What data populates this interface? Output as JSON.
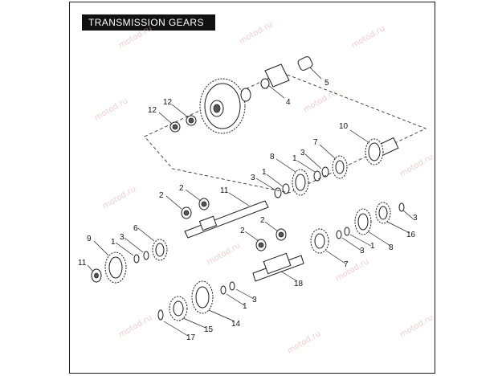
{
  "title": "TRANSMISSION GEARS",
  "watermark": "motod.ru",
  "callouts": [
    {
      "id": "c-12a",
      "text": "12"
    },
    {
      "id": "c-12b",
      "text": "12"
    },
    {
      "id": "c-5",
      "text": "5"
    },
    {
      "id": "c-4",
      "text": "4"
    },
    {
      "id": "c-10",
      "text": "10"
    },
    {
      "id": "c-7a",
      "text": "7"
    },
    {
      "id": "c-3a",
      "text": "3"
    },
    {
      "id": "c-1a",
      "text": "1"
    },
    {
      "id": "c-8a",
      "text": "8"
    },
    {
      "id": "c-3b",
      "text": "3"
    },
    {
      "id": "c-1b",
      "text": "1"
    },
    {
      "id": "c-2a",
      "text": "2"
    },
    {
      "id": "c-2b",
      "text": "2"
    },
    {
      "id": "c-11a",
      "text": "11"
    },
    {
      "id": "c-9",
      "text": "9"
    },
    {
      "id": "c-1c",
      "text": "1"
    },
    {
      "id": "c-3c",
      "text": "3"
    },
    {
      "id": "c-6",
      "text": "6"
    },
    {
      "id": "c-11b",
      "text": "11"
    },
    {
      "id": "c-2c",
      "text": "2"
    },
    {
      "id": "c-2d",
      "text": "2"
    },
    {
      "id": "c-3d",
      "text": "3"
    },
    {
      "id": "c-16",
      "text": "16"
    },
    {
      "id": "c-1d",
      "text": "1"
    },
    {
      "id": "c-8b",
      "text": "8"
    },
    {
      "id": "c-3e",
      "text": "3"
    },
    {
      "id": "c-7b",
      "text": "7"
    },
    {
      "id": "c-18",
      "text": "18"
    },
    {
      "id": "c-3f",
      "text": "3"
    },
    {
      "id": "c-1e",
      "text": "1"
    },
    {
      "id": "c-14",
      "text": "14"
    },
    {
      "id": "c-15",
      "text": "15"
    },
    {
      "id": "c-17",
      "text": "17"
    }
  ]
}
